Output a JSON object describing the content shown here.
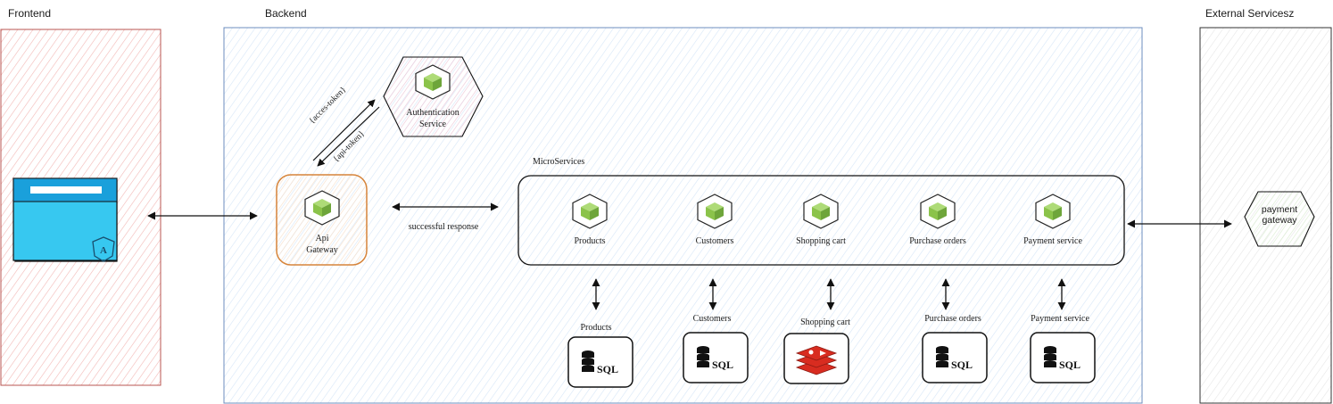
{
  "frontend": {
    "title": "Frontend"
  },
  "backend": {
    "title": "Backend",
    "auth_service": {
      "line1": "Authentication",
      "line2": "Service"
    },
    "edge_labels": {
      "access_token": "{acces-token}",
      "api_token": "{api-token}",
      "successful_response": "successful response"
    },
    "api_gateway": {
      "line1": "Api",
      "line2": "Gateway"
    },
    "microservices_title": "MicroServices",
    "services": [
      {
        "label": "Products"
      },
      {
        "label": "Customers"
      },
      {
        "label": "Shopping cart"
      },
      {
        "label": "Purchase orders"
      },
      {
        "label": "Payment service"
      }
    ],
    "databases": [
      {
        "label": "Products",
        "icon": "sql-database-icon",
        "badge": "SQL"
      },
      {
        "label": "Customers",
        "icon": "sql-database-icon",
        "badge": "SQL"
      },
      {
        "label": "Shopping cart",
        "icon": "redis-icon"
      },
      {
        "label": "Purchase orders",
        "icon": "sql-database-icon",
        "badge": "SQL"
      },
      {
        "label": "Payment service",
        "icon": "sql-database-icon",
        "badge": "SQL"
      }
    ]
  },
  "external": {
    "title": "External Servicesz",
    "payment_gateway": {
      "line1": "payment",
      "line2": "gateway"
    }
  },
  "colors": {
    "frontend_border": "#b85450",
    "frontend_fill": "#f8cecc",
    "backend_border": "#6c8ebf",
    "backend_fill": "#dae8fc",
    "gateway_border": "#d6843a",
    "auth_fill": "#f3dfe8",
    "node_green": "#8bc34a",
    "angular_blue": "#37c8f0",
    "redis_red": "#d82c20"
  }
}
